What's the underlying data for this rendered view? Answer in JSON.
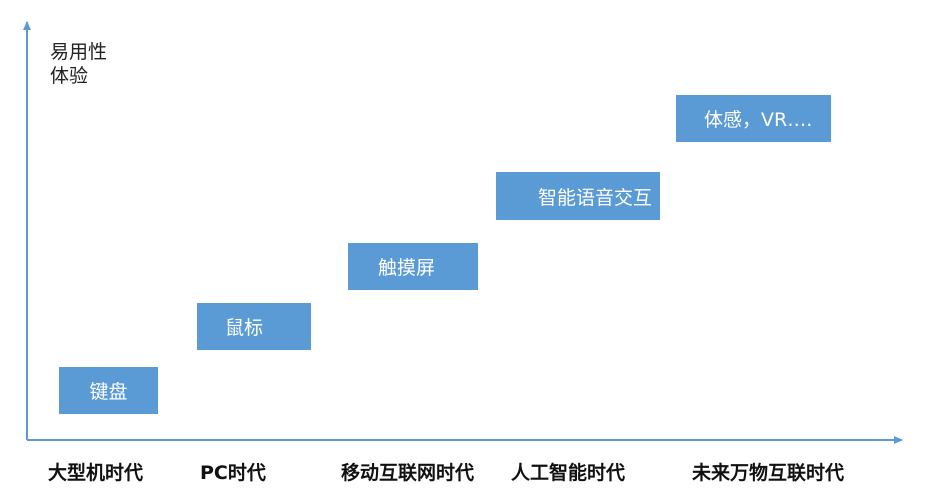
{
  "y_axis_label": {
    "line1": "易用性",
    "line2": "体验"
  },
  "stages": [
    {
      "box": "键盘",
      "era": "大型机时代"
    },
    {
      "box": "鼠标",
      "era": "PC时代"
    },
    {
      "box": "触摸屏",
      "era": "移动互联网时代"
    },
    {
      "box": "智能语音交互",
      "era": "人工智能时代"
    },
    {
      "box": "体感，VR….",
      "era": "未来万物互联时代"
    }
  ],
  "colors": {
    "box_fill": "#5b9bd5",
    "axis": "#5b9bd5"
  }
}
